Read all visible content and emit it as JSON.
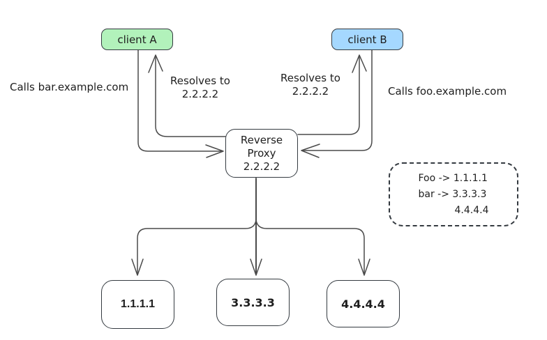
{
  "colors": {
    "canvas_bg": "#ffffff",
    "stroke": "#343a40",
    "connector": "#4a4a4a",
    "text": "#1e1e1e",
    "node_fill": "#ffffff",
    "client_a_fill": "#b2f2bb",
    "client_b_fill": "#a5d8ff"
  },
  "nodes": {
    "client_a": {
      "label": "client A"
    },
    "client_b": {
      "label": "client B"
    },
    "reverse_proxy": {
      "line1": "Reverse",
      "line2": "Proxy",
      "line3": "2.2.2.2"
    },
    "server_1": {
      "label": "1.1.1.1"
    },
    "server_2": {
      "label": "3.3.3.3"
    },
    "server_3": {
      "label": "4.4.4.4"
    }
  },
  "labels": {
    "calls_bar": "Calls bar.example.com",
    "calls_foo": "Calls foo.example.com",
    "resolves_a_line1": "Resolves to",
    "resolves_a_line2": "2.2.2.2",
    "resolves_b_line1": "Resolves to",
    "resolves_b_line2": "2.2.2.2"
  },
  "note": {
    "line1": "Foo -> 1.1.1.1",
    "line2": "bar -> 3.3.3.3",
    "line3": "4.4.4.4"
  }
}
